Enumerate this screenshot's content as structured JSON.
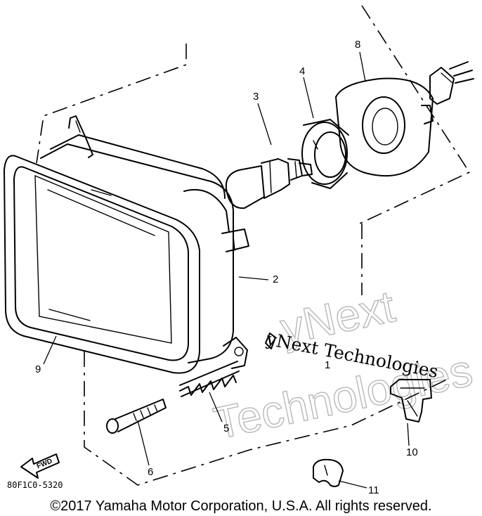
{
  "callouts": [
    {
      "id": "1",
      "label": "1"
    },
    {
      "id": "2",
      "label": "2"
    },
    {
      "id": "3",
      "label": "3"
    },
    {
      "id": "4",
      "label": "4"
    },
    {
      "id": "5",
      "label": "5"
    },
    {
      "id": "6",
      "label": "6"
    },
    {
      "id": "8",
      "label": "8"
    },
    {
      "id": "9",
      "label": "9"
    },
    {
      "id": "10",
      "label": "10"
    },
    {
      "id": "11",
      "label": "11"
    }
  ],
  "watermark": {
    "outline_line1": "yNext",
    "outline_line2": "Technologies",
    "solid_text": "yNext Technologies"
  },
  "fwd_label": "FWD",
  "diagram_code": "80F1C0-5320",
  "copyright": "©2017 Yamaha Motor Corporation, U.S.A. All rights reserved.",
  "colors": {
    "line": "#000000",
    "watermark": "#b8b8b8",
    "background": "#ffffff"
  }
}
